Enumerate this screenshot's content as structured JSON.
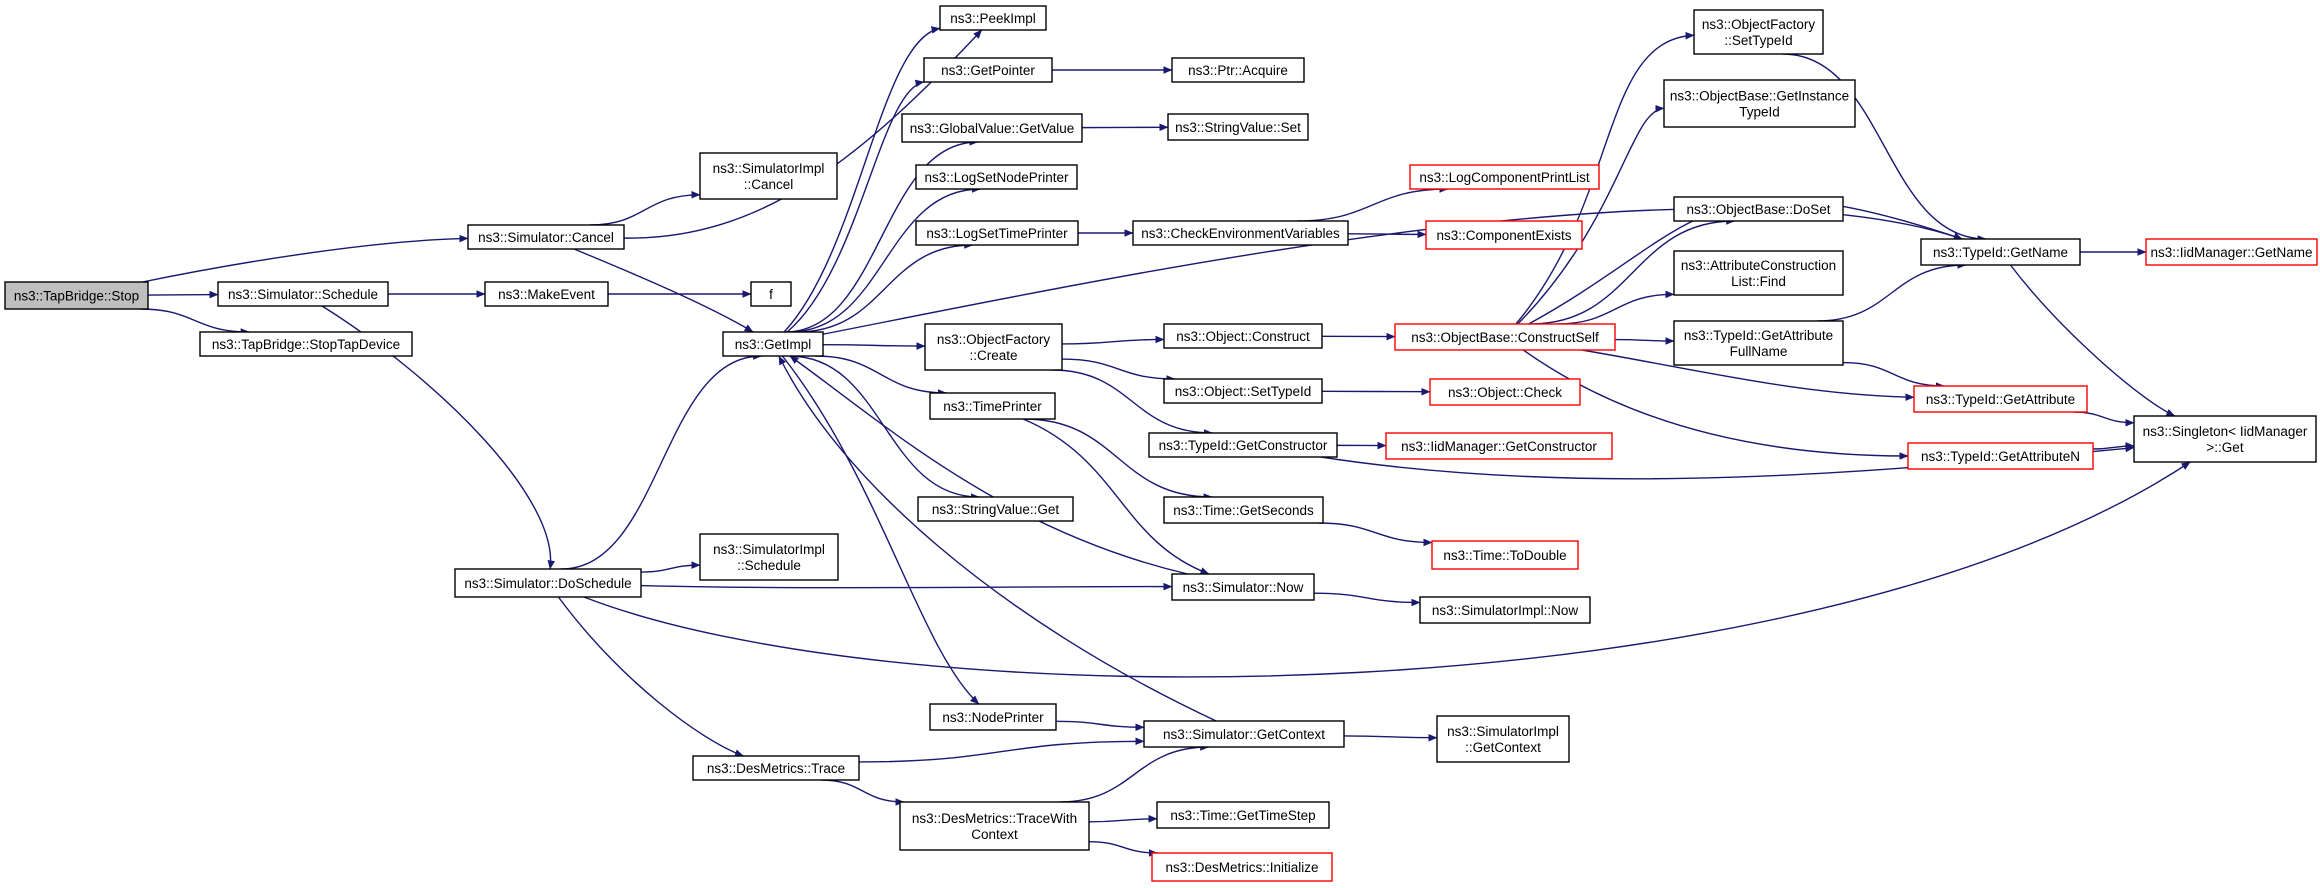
{
  "colors": {
    "edge": "#191970",
    "node_border": "#000000",
    "node_border_truncated": "#ff0000",
    "node_fill": "#ffffff",
    "root_fill": "#bfbfbf"
  },
  "graph": {
    "nodes": [
      {
        "id": "stop",
        "lines": [
          "ns3::TapBridge::Stop"
        ],
        "style": "root"
      },
      {
        "id": "sim_cancel",
        "lines": [
          "ns3::Simulator::Cancel"
        ],
        "style": "normal"
      },
      {
        "id": "sim_schedule",
        "lines": [
          "ns3::Simulator::Schedule"
        ],
        "style": "normal"
      },
      {
        "id": "stoptap",
        "lines": [
          "ns3::TapBridge::StopTapDevice"
        ],
        "style": "normal"
      },
      {
        "id": "simimpl_cancel",
        "lines": [
          "ns3::SimulatorImpl",
          "::Cancel"
        ],
        "style": "normal"
      },
      {
        "id": "makeevent",
        "lines": [
          "ns3::MakeEvent"
        ],
        "style": "normal"
      },
      {
        "id": "getimpl",
        "lines": [
          "ns3::GetImpl"
        ],
        "style": "normal"
      },
      {
        "id": "f",
        "lines": [
          "f"
        ],
        "style": "normal"
      },
      {
        "id": "doschedule",
        "lines": [
          "ns3::Simulator::DoSchedule"
        ],
        "style": "normal"
      },
      {
        "id": "simimpl_schedule",
        "lines": [
          "ns3::SimulatorImpl",
          "::Schedule"
        ],
        "style": "normal"
      },
      {
        "id": "des_trace",
        "lines": [
          "ns3::DesMetrics::Trace"
        ],
        "style": "normal"
      },
      {
        "id": "peekimpl",
        "lines": [
          "ns3::PeekImpl"
        ],
        "style": "normal"
      },
      {
        "id": "getpointer",
        "lines": [
          "ns3::GetPointer"
        ],
        "style": "normal"
      },
      {
        "id": "globalvalue_get",
        "lines": [
          "ns3::GlobalValue::GetValue"
        ],
        "style": "normal"
      },
      {
        "id": "lognodeprinter",
        "lines": [
          "ns3::LogSetNodePrinter"
        ],
        "style": "normal"
      },
      {
        "id": "logtimeprinter",
        "lines": [
          "ns3::LogSetTimePrinter"
        ],
        "style": "normal"
      },
      {
        "id": "objfactory_create",
        "lines": [
          "ns3::ObjectFactory",
          "::Create"
        ],
        "style": "normal"
      },
      {
        "id": "timeprinter",
        "lines": [
          "ns3::TimePrinter"
        ],
        "style": "normal"
      },
      {
        "id": "stringvalue_get",
        "lines": [
          "ns3::StringValue::Get"
        ],
        "style": "normal"
      },
      {
        "id": "nodeprinter",
        "lines": [
          "ns3::NodePrinter"
        ],
        "style": "normal"
      },
      {
        "id": "tracewithcontext",
        "lines": [
          "ns3::DesMetrics::TraceWith",
          "Context"
        ],
        "style": "normal"
      },
      {
        "id": "ptr_acquire",
        "lines": [
          "ns3::Ptr::Acquire"
        ],
        "style": "normal"
      },
      {
        "id": "stringvalue_set",
        "lines": [
          "ns3::StringValue::Set"
        ],
        "style": "normal"
      },
      {
        "id": "checkenv",
        "lines": [
          "ns3::CheckEnvironmentVariables"
        ],
        "style": "normal"
      },
      {
        "id": "obj_construct",
        "lines": [
          "ns3::Object::Construct"
        ],
        "style": "normal"
      },
      {
        "id": "obj_settypeid",
        "lines": [
          "ns3::Object::SetTypeId"
        ],
        "style": "normal"
      },
      {
        "id": "typeid_getconstructor",
        "lines": [
          "ns3::TypeId::GetConstructor"
        ],
        "style": "normal"
      },
      {
        "id": "time_getseconds",
        "lines": [
          "ns3::Time::GetSeconds"
        ],
        "style": "normal"
      },
      {
        "id": "sim_now",
        "lines": [
          "ns3::Simulator::Now"
        ],
        "style": "normal"
      },
      {
        "id": "sim_getcontext",
        "lines": [
          "ns3::Simulator::GetContext"
        ],
        "style": "normal"
      },
      {
        "id": "time_gettimestep",
        "lines": [
          "ns3::Time::GetTimeStep"
        ],
        "style": "normal"
      },
      {
        "id": "des_initialize",
        "lines": [
          "ns3::DesMetrics::Initialize"
        ],
        "style": "truncated"
      },
      {
        "id": "logcomplist",
        "lines": [
          "ns3::LogComponentPrintList"
        ],
        "style": "truncated"
      },
      {
        "id": "compexists",
        "lines": [
          "ns3::ComponentExists"
        ],
        "style": "truncated"
      },
      {
        "id": "objbase_constructself",
        "lines": [
          "ns3::ObjectBase::ConstructSelf"
        ],
        "style": "truncated"
      },
      {
        "id": "obj_check",
        "lines": [
          "ns3::Object::Check"
        ],
        "style": "truncated"
      },
      {
        "id": "iid_getconstructor",
        "lines": [
          "ns3::IidManager::GetConstructor"
        ],
        "style": "truncated"
      },
      {
        "id": "time_todouble",
        "lines": [
          "ns3::Time::ToDouble"
        ],
        "style": "truncated"
      },
      {
        "id": "simimpl_now",
        "lines": [
          "ns3::SimulatorImpl::Now"
        ],
        "style": "normal"
      },
      {
        "id": "simimpl_getcontext",
        "lines": [
          "ns3::SimulatorImpl",
          "::GetContext"
        ],
        "style": "normal"
      },
      {
        "id": "objfactory_settypeid",
        "lines": [
          "ns3::ObjectFactory",
          "::SetTypeId"
        ],
        "style": "normal"
      },
      {
        "id": "objbase_getinstancetypeid",
        "lines": [
          "ns3::ObjectBase::GetInstance",
          "TypeId"
        ],
        "style": "normal"
      },
      {
        "id": "objbase_doset",
        "lines": [
          "ns3::ObjectBase::DoSet"
        ],
        "style": "normal"
      },
      {
        "id": "attrconstr_find",
        "lines": [
          "ns3::AttributeConstruction",
          "List::Find"
        ],
        "style": "normal"
      },
      {
        "id": "typeid_getattrfullname",
        "lines": [
          "ns3::TypeId::GetAttribute",
          "FullName"
        ],
        "style": "normal"
      },
      {
        "id": "typeid_getname",
        "lines": [
          "ns3::TypeId::GetName"
        ],
        "style": "normal"
      },
      {
        "id": "typeid_getattribute",
        "lines": [
          "ns3::TypeId::GetAttribute"
        ],
        "style": "truncated"
      },
      {
        "id": "typeid_getattributen",
        "lines": [
          "ns3::TypeId::GetAttributeN"
        ],
        "style": "truncated"
      },
      {
        "id": "iid_getname",
        "lines": [
          "ns3::IidManager::GetName"
        ],
        "style": "truncated"
      },
      {
        "id": "singleton_get",
        "lines": [
          "ns3::Singleton< IidManager",
          " >::Get"
        ],
        "style": "normal"
      }
    ],
    "edges": [
      {
        "from": "stop",
        "to": "sim_cancel"
      },
      {
        "from": "stop",
        "to": "sim_schedule"
      },
      {
        "from": "stop",
        "to": "stoptap"
      },
      {
        "from": "sim_cancel",
        "to": "simimpl_cancel"
      },
      {
        "from": "sim_cancel",
        "to": "getimpl"
      },
      {
        "from": "sim_cancel",
        "to": "peekimpl"
      },
      {
        "from": "sim_schedule",
        "to": "makeevent"
      },
      {
        "from": "sim_schedule",
        "to": "doschedule"
      },
      {
        "from": "makeevent",
        "to": "f"
      },
      {
        "from": "doschedule",
        "to": "getimpl"
      },
      {
        "from": "doschedule",
        "to": "simimpl_schedule"
      },
      {
        "from": "doschedule",
        "to": "sim_now"
      },
      {
        "from": "doschedule",
        "to": "des_trace"
      },
      {
        "from": "doschedule",
        "to": "singleton_get"
      },
      {
        "from": "des_trace",
        "to": "sim_getcontext"
      },
      {
        "from": "des_trace",
        "to": "tracewithcontext"
      },
      {
        "from": "getimpl",
        "to": "peekimpl"
      },
      {
        "from": "getimpl",
        "to": "getpointer"
      },
      {
        "from": "getimpl",
        "to": "globalvalue_get"
      },
      {
        "from": "getimpl",
        "to": "lognodeprinter"
      },
      {
        "from": "getimpl",
        "to": "logtimeprinter"
      },
      {
        "from": "getimpl",
        "to": "objfactory_create"
      },
      {
        "from": "getimpl",
        "to": "timeprinter"
      },
      {
        "from": "getimpl",
        "to": "stringvalue_get"
      },
      {
        "from": "getimpl",
        "to": "nodeprinter"
      },
      {
        "from": "getimpl",
        "to": "typeid_getname"
      },
      {
        "from": "getpointer",
        "to": "ptr_acquire"
      },
      {
        "from": "globalvalue_get",
        "to": "stringvalue_set"
      },
      {
        "from": "logtimeprinter",
        "to": "checkenv"
      },
      {
        "from": "checkenv",
        "to": "logcomplist"
      },
      {
        "from": "checkenv",
        "to": "compexists"
      },
      {
        "from": "objfactory_create",
        "to": "obj_construct"
      },
      {
        "from": "objfactory_create",
        "to": "obj_settypeid"
      },
      {
        "from": "objfactory_create",
        "to": "typeid_getconstructor"
      },
      {
        "from": "obj_construct",
        "to": "objbase_constructself"
      },
      {
        "from": "obj_settypeid",
        "to": "obj_check"
      },
      {
        "from": "typeid_getconstructor",
        "to": "iid_getconstructor"
      },
      {
        "from": "typeid_getconstructor",
        "to": "singleton_get"
      },
      {
        "from": "timeprinter",
        "to": "time_getseconds"
      },
      {
        "from": "timeprinter",
        "to": "sim_now"
      },
      {
        "from": "time_getseconds",
        "to": "time_todouble"
      },
      {
        "from": "sim_now",
        "to": "getimpl"
      },
      {
        "from": "sim_now",
        "to": "simimpl_now"
      },
      {
        "from": "nodeprinter",
        "to": "sim_getcontext"
      },
      {
        "from": "sim_getcontext",
        "to": "getimpl"
      },
      {
        "from": "sim_getcontext",
        "to": "simimpl_getcontext"
      },
      {
        "from": "tracewithcontext",
        "to": "sim_getcontext"
      },
      {
        "from": "tracewithcontext",
        "to": "time_gettimestep"
      },
      {
        "from": "tracewithcontext",
        "to": "des_initialize"
      },
      {
        "from": "objbase_constructself",
        "to": "objfactory_settypeid"
      },
      {
        "from": "objbase_constructself",
        "to": "objbase_getinstancetypeid"
      },
      {
        "from": "objbase_constructself",
        "to": "objbase_doset"
      },
      {
        "from": "objbase_constructself",
        "to": "attrconstr_find"
      },
      {
        "from": "objbase_constructself",
        "to": "typeid_getattrfullname"
      },
      {
        "from": "objbase_constructself",
        "to": "typeid_getattribute"
      },
      {
        "from": "objbase_constructself",
        "to": "typeid_getattributen"
      },
      {
        "from": "objbase_constructself",
        "to": "typeid_getname"
      },
      {
        "from": "objfactory_settypeid",
        "to": "typeid_getname"
      },
      {
        "from": "typeid_getattrfullname",
        "to": "typeid_getname"
      },
      {
        "from": "typeid_getattrfullname",
        "to": "typeid_getattribute"
      },
      {
        "from": "typeid_getattribute",
        "to": "singleton_get"
      },
      {
        "from": "typeid_getattributen",
        "to": "singleton_get"
      },
      {
        "from": "typeid_getname",
        "to": "iid_getname"
      },
      {
        "from": "typeid_getname",
        "to": "singleton_get"
      }
    ]
  }
}
